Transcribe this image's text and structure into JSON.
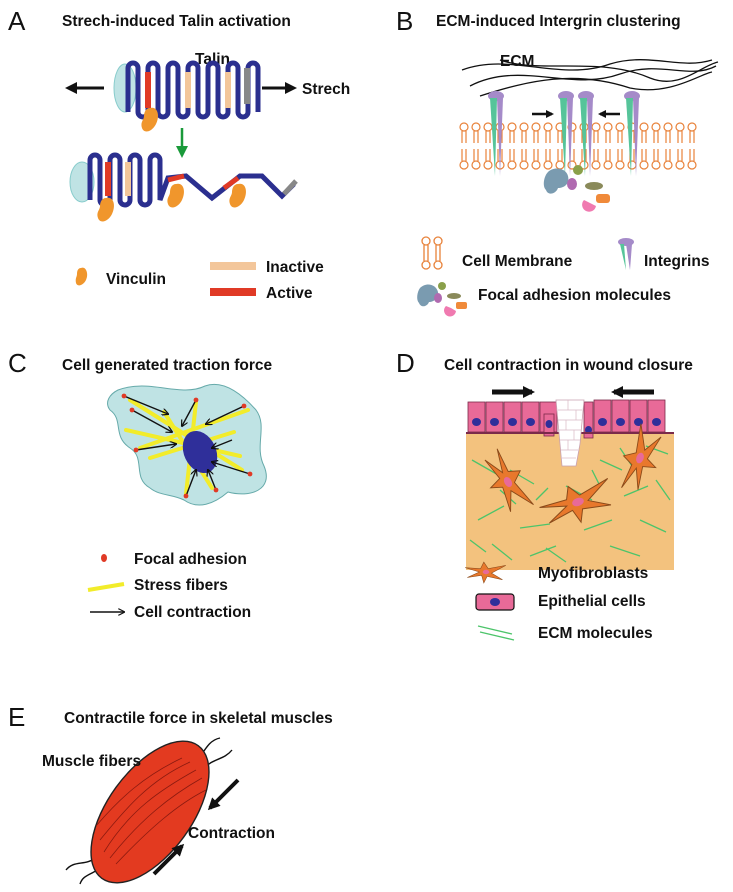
{
  "colors": {
    "talin_blue": "#2b2f8f",
    "active_red": "#e03a26",
    "inactive_tan": "#f3c69a",
    "vinculin_orange": "#f0962c",
    "membrane_orange": "#e8823a",
    "integrin_green": "#56c49a",
    "integrin_purple": "#a58bc9",
    "cell_teal": "#bfe3e4",
    "stress_yellow": "#f2ec2a",
    "nucleus_blue": "#2f2f9a",
    "tissue_tan": "#f3c27e",
    "epithelial_pink": "#e86a98",
    "muscle_red": "#e33a20"
  },
  "panels": {
    "a": {
      "letter": "A",
      "title": "Strech-induced Talin activation",
      "talin_label": "Talin",
      "stretch_label": "Strech",
      "legend_vinculin": "Vinculin",
      "legend_inactive": "Inactive",
      "legend_active": "Active"
    },
    "b": {
      "letter": "B",
      "title": "ECM-induced Intergrin clustering",
      "ecm_label": "ECM",
      "legend_membrane": "Cell Membrane",
      "legend_integrins": "Integrins",
      "legend_focal": "Focal adhesion molecules"
    },
    "c": {
      "letter": "C",
      "title": "Cell generated traction force",
      "legend_focal": "Focal adhesion",
      "legend_stress": "Stress fibers",
      "legend_contraction": "Cell contraction"
    },
    "d": {
      "letter": "D",
      "title": "Cell contraction in wound closure",
      "legend_myo": "Myofibroblasts",
      "legend_epi": "Epithelial cells",
      "legend_ecm": "ECM molecules"
    },
    "e": {
      "letter": "E",
      "title": "Contractile force in skeletal muscles",
      "muscle_label": "Muscle fibers",
      "contraction_label": "Contraction"
    }
  }
}
